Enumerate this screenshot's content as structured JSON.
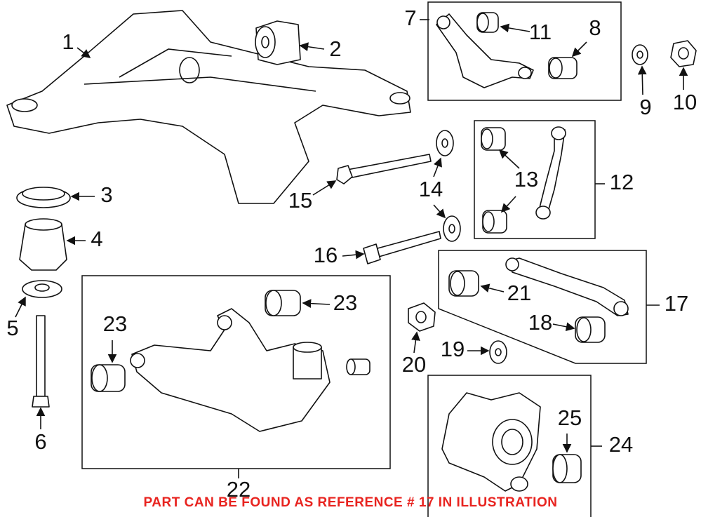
{
  "colors": {
    "note": "#e8231f",
    "ink": "#111111"
  },
  "callouts": {
    "c1": "1",
    "c2": "2",
    "c3": "3",
    "c4": "4",
    "c5": "5",
    "c6": "6",
    "c7": "7",
    "c8": "8",
    "c9": "9",
    "c10": "10",
    "c11": "11",
    "c12": "12",
    "c13": "13",
    "c14": "14",
    "c15": "15",
    "c16": "16",
    "c17": "17",
    "c18": "18",
    "c19": "19",
    "c20": "20",
    "c21": "21",
    "c22": "22",
    "c23a": "23",
    "c23b": "23",
    "c24": "24",
    "c25": "25"
  },
  "note": "PART CAN BE FOUND AS REFERENCE # 17 IN ILLUSTRATION"
}
